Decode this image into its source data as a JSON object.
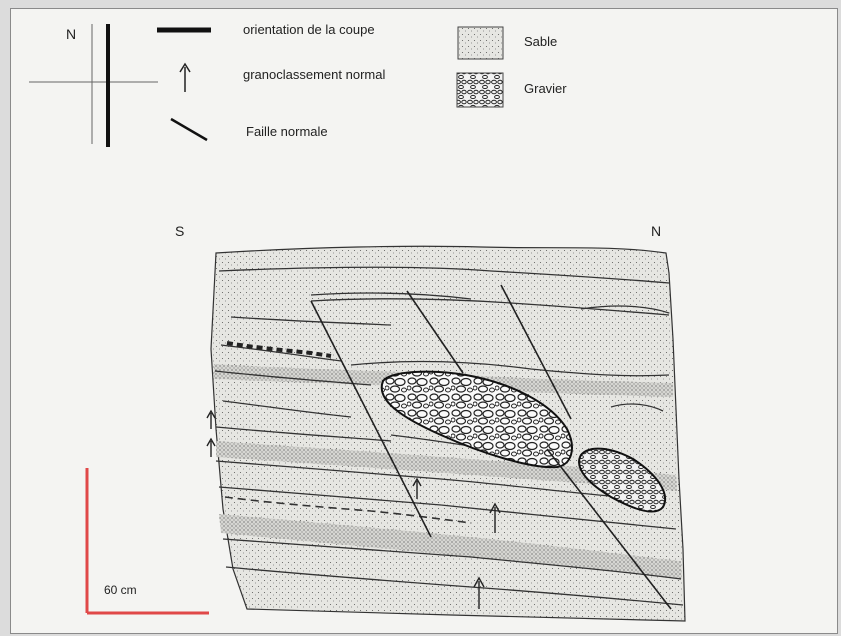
{
  "compass": {
    "north_label": "N"
  },
  "legend": {
    "orientation_label": "orientation de la coupe",
    "grading_label": "granoclassement normal",
    "fault_label": "Faille normale",
    "sand_label": "Sable",
    "gravel_label": "Gravier"
  },
  "section": {
    "south_label": "S",
    "north_label": "N"
  },
  "scale": {
    "label": "60 cm",
    "color": "#e04848"
  },
  "colors": {
    "sand_fill": "#e2e2de",
    "line": "#333333",
    "gravel_fill": "#fafafa"
  }
}
